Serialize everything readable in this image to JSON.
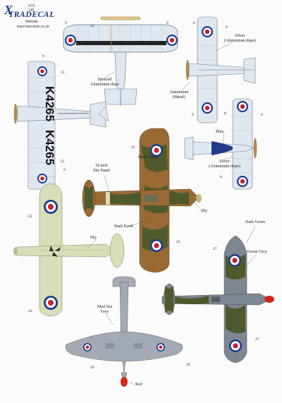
{
  "sheet": {
    "code": "X72-130",
    "brand": "TRADECAL",
    "brand_initial": "X",
    "website_label": "Website",
    "website_url": "www.hannants.co.uk"
  },
  "serials": {
    "upper": "K4265",
    "lower": "K4265"
  },
  "callouts": {
    "sprayed_aluminium": "Sprayed\nAluminium dope",
    "silver_aluminium_top": "Silver\n(Aluminium dope)",
    "aluminium_metal": "Aluminium\n(Metal)",
    "blue": "Blue",
    "silver_aluminium_bottom": "Silver\n(Aluminium dope)",
    "dark_green_hurricane": "Dark Green",
    "sky_band": "18 inch\nSky Band",
    "sky_hurricane": "Sky",
    "dark_earth": "Dark Earth",
    "sky_lower": "Sky",
    "dark_green_spitfire": "Dark Green",
    "ocean_grey": "Ocean Grey",
    "med_sea_grey": "Med Sea\nGrey",
    "red": "Red"
  },
  "numbers": {
    "n14": "14",
    "n9a": "9",
    "n9b": "9",
    "n15a": "15",
    "n15b": "15",
    "n9c": "9",
    "n9d": "9",
    "n6a": "6",
    "n8a": "8",
    "n6b": "6",
    "n8b": "8",
    "n6c": "6",
    "n6d": "6",
    "n22a": "22",
    "n22b": "22",
    "n23a": "23",
    "n23b": "23",
    "n27a": "27",
    "n27b": "27",
    "n29a": "29",
    "n29b": "29"
  },
  "colors": {
    "raf_blue": "#1e3a8c",
    "raf_red": "#c8202a",
    "dark_green": "#4f5a2c",
    "dark_earth": "#9a6a35",
    "sky": "#d9ddb8",
    "silver": "#d8e3ef",
    "ocean_grey": "#7d8791",
    "med_sea_grey": "#a3aab4",
    "spinner_red": "#d02a20",
    "brand_blue": "#1c3f83"
  }
}
